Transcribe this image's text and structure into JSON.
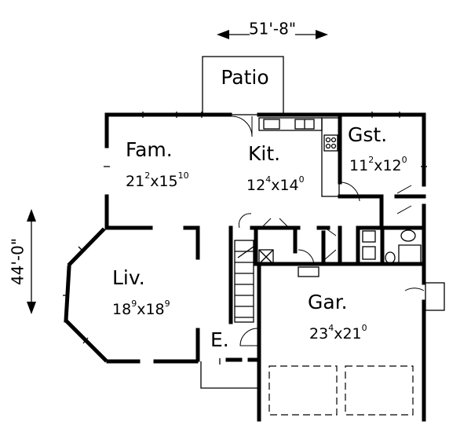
{
  "overall_dimensions": {
    "width": "51'-8\"",
    "depth": "44'-0\""
  },
  "rooms": {
    "patio": {
      "name": "Patio"
    },
    "family": {
      "name": "Fam.",
      "w_ft": "21",
      "w_in": "2",
      "sep": "x",
      "d_ft": "15",
      "d_in": "10"
    },
    "kitchen": {
      "name": "Kit.",
      "w_ft": "12",
      "w_in": "4",
      "sep": "x",
      "d_ft": "14",
      "d_in": "0"
    },
    "guest": {
      "name": "Gst.",
      "w_ft": "11",
      "w_in": "2",
      "sep": "x",
      "d_ft": "12",
      "d_in": "0"
    },
    "living": {
      "name": "Liv.",
      "w_ft": "18",
      "w_in": "9",
      "sep": "x",
      "d_ft": "18",
      "d_in": "9"
    },
    "garage": {
      "name": "Gar.",
      "w_ft": "23",
      "w_in": "4",
      "sep": "x",
      "d_ft": "21",
      "d_in": "0"
    },
    "entry": {
      "name": "E."
    }
  }
}
